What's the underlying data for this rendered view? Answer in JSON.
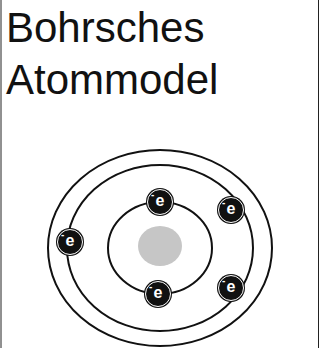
{
  "diagram": {
    "title": "Bohrsches Atommodel",
    "nodes": [
      {
        "text": [
          "e",
          "-"
        ]
      },
      {
        "text": [
          "e",
          "-"
        ]
      },
      {
        "text": [
          "e",
          "-"
        ]
      },
      {
        "text": [
          "e",
          "-"
        ]
      },
      {
        "text": [
          "e",
          "-"
        ]
      }
    ]
  }
}
